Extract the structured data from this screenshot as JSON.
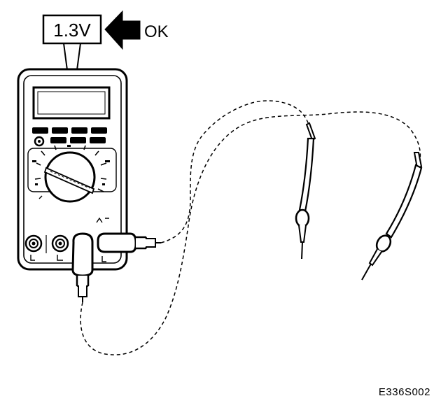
{
  "reading": {
    "value_label": "1.3V",
    "status_label": "OK"
  },
  "figure": {
    "id_label": "E336S002"
  },
  "colors": {
    "ink": "#000000",
    "paper": "#ffffff",
    "panel_gray": "#bdbdbd"
  }
}
